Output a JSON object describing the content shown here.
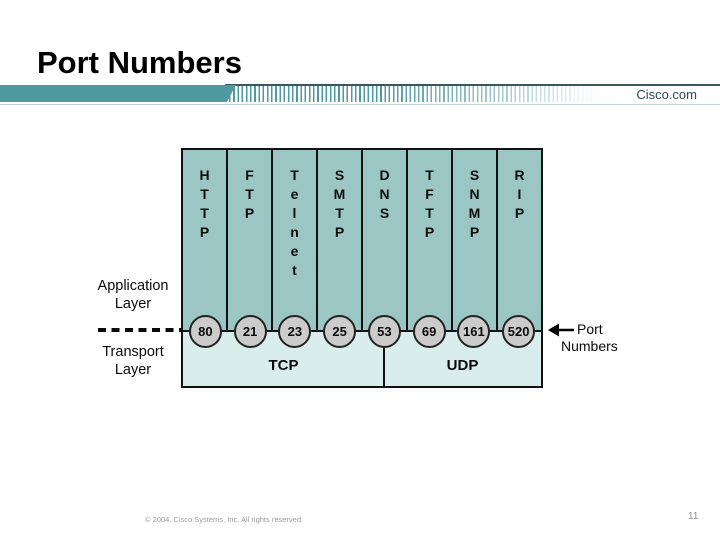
{
  "slide": {
    "title": "Port Numbers",
    "brand": "Cisco.com",
    "footer": "© 2004, Cisco Systems, Inc. All rights reserved.",
    "page_number": "11"
  },
  "labels": {
    "application_layer_line1": "Application",
    "application_layer_line2": "Layer",
    "transport_layer_line1": "Transport",
    "transport_layer_line2": "Layer",
    "port_numbers_line1": "Port",
    "port_numbers_line2": "Numbers",
    "tcp": "TCP",
    "udp": "UDP"
  },
  "protocols": [
    {
      "name": "HTTP",
      "port": "80"
    },
    {
      "name": "FTP",
      "port": "21"
    },
    {
      "name": "Telnet",
      "port": "23"
    },
    {
      "name": "SMTP",
      "port": "25"
    },
    {
      "name": "DNS",
      "port": "53"
    },
    {
      "name": "TFTP",
      "port": "69"
    },
    {
      "name": "SNMP",
      "port": "161"
    },
    {
      "name": "RIP",
      "port": "520"
    }
  ],
  "colors": {
    "bar_teal": "#4f99a0",
    "column_fill": "#9cc6c4",
    "transport_fill": "#d9eeec",
    "circle_fill": "#cbcbcb",
    "brand_text": "#2c4b52",
    "accent_line": "#3a575f"
  }
}
